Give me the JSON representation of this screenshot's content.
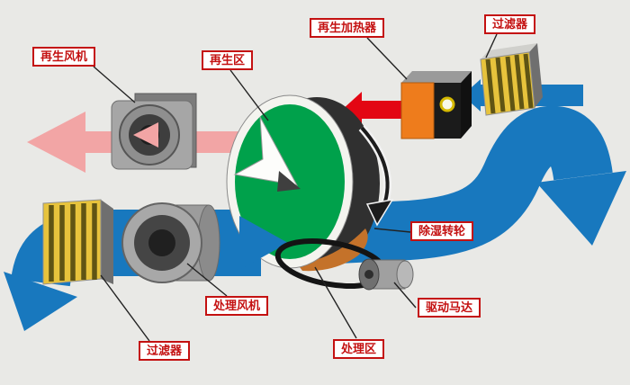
{
  "colors": {
    "background": "#e9e9e6",
    "duct_blue": "#1878be",
    "regen_pink": "#f2a5a5",
    "heat_red": "#e30613",
    "wheel_green": "#00a14b",
    "heater_orange": "#ee7c1c",
    "filter_yellow": "#e7c33c",
    "label_red": "#c41111"
  },
  "labels": {
    "regen_fan": "再生风机",
    "regen_zone": "再生区",
    "regen_heater": "再生加热器",
    "filter_top": "过滤器",
    "dehumid_wheel": "除湿转轮",
    "drive_motor": "驱动马达",
    "process_fan": "处理风机",
    "process_zone": "处理区",
    "filter_bottom": "过滤器"
  }
}
